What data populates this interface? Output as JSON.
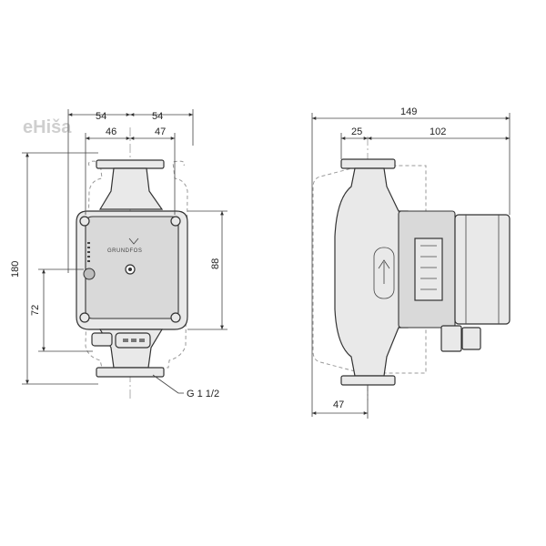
{
  "watermark": "eHiša",
  "front_view": {
    "dims": {
      "top_left": "54",
      "top_right": "54",
      "inner_left": "46",
      "inner_right": "47",
      "height": "180",
      "lower": "72",
      "right": "88",
      "thread": "G 1 1/2"
    },
    "brand": "GRUNDFOS"
  },
  "side_view": {
    "dims": {
      "total": "149",
      "left": "25",
      "right": "102",
      "bottom": "47"
    }
  }
}
